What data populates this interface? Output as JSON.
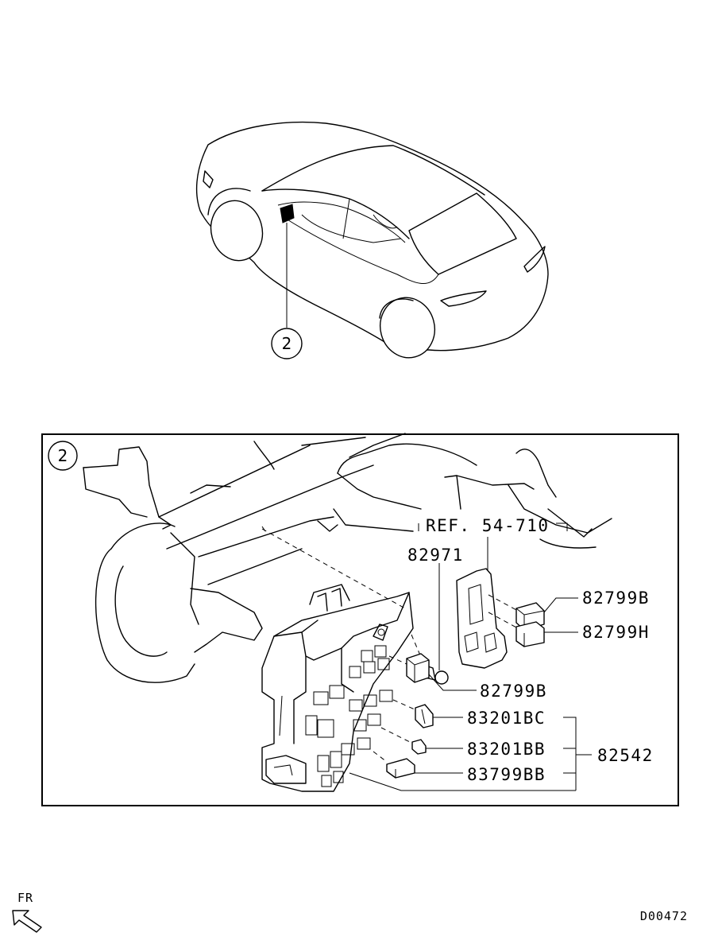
{
  "callout": {
    "number": "2"
  },
  "detail": {
    "callout_number": "2",
    "ref_label": "REF. 54-710",
    "parts": {
      "p82971": "82971",
      "p82799B_top": "82799B",
      "p82799H": "82799H",
      "p82799B_mid": "82799B",
      "p83201BC": "83201BC",
      "p83201BB": "83201BB",
      "p83799BB": "83799BB",
      "p82542": "82542"
    }
  },
  "orientation": {
    "label": "FR"
  },
  "drawing_code": "D00472"
}
